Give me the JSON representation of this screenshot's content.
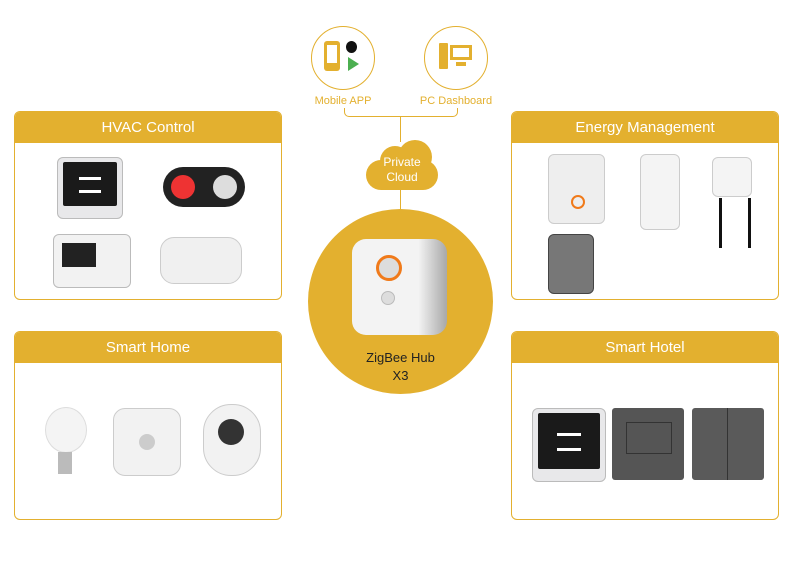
{
  "top": {
    "mobile_label": "Mobile APP",
    "pc_label": "PC Dashboard"
  },
  "cloud": {
    "line1": "Private",
    "line2": "Cloud"
  },
  "hub": {
    "line1": "ZigBee Hub",
    "line2": "X3"
  },
  "panels": {
    "hvac": "HVAC Control",
    "energy": "Energy Management",
    "home": "Smart Home",
    "hotel": "Smart Hotel"
  },
  "colors": {
    "accent": "#e3b02f",
    "brand_orange": "#f07a1a"
  }
}
